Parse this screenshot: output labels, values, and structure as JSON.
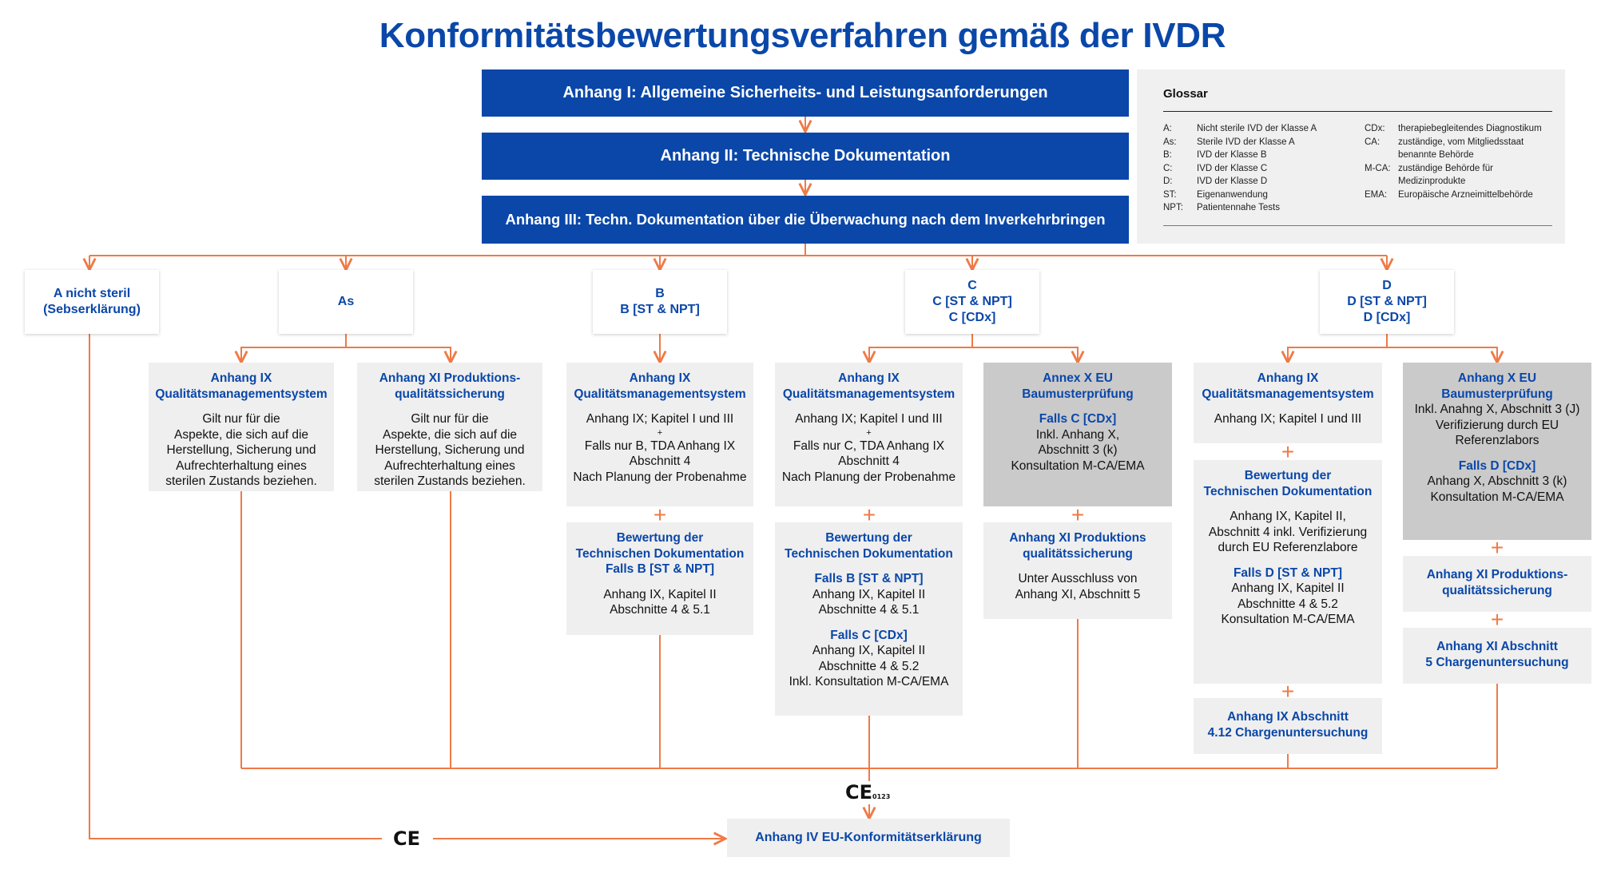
{
  "title": "Konformitätsbewertungsverfahren gemäß der IVDR",
  "annex_bars": [
    "Anhang I: Allgemeine Sicherheits- und Leistungsanforderungen",
    "Anhang II: Technische Dokumentation",
    "Anhang III: Techn. Dokumentation über die Überwachung nach dem Inverkehrbringen"
  ],
  "glossary": {
    "title": "Glossar",
    "left": [
      {
        "key": "A:",
        "value": "Nicht sterile IVD der Klasse A"
      },
      {
        "key": "As:",
        "value": "Sterile IVD der Klasse A"
      },
      {
        "key": "B:",
        "value": "IVD der Klasse B"
      },
      {
        "key": "C:",
        "value": "IVD der Klasse C"
      },
      {
        "key": "D:",
        "value": "IVD der Klasse D"
      },
      {
        "key": "ST:",
        "value": "Eigenanwendung"
      },
      {
        "key": "NPT:",
        "value": "Patientennahe Tests"
      }
    ],
    "right": [
      {
        "key": "CDx:",
        "value": "therapiebegleitendes Diagnostikum"
      },
      {
        "key": "CA:",
        "value": "zuständige, vom Mitgliedsstaat"
      },
      {
        "key": "",
        "value": "benannte Behörde"
      },
      {
        "key": "M-CA:",
        "value": "zuständige Behörde für"
      },
      {
        "key": "",
        "value": "Medizinprodukte"
      },
      {
        "key": "EMA:",
        "value": "Europäische Arzneimittelbehörde"
      }
    ]
  },
  "classes": {
    "a": [
      "A nicht steril",
      "(Sebserklärung)"
    ],
    "as": [
      "As"
    ],
    "b": [
      "B",
      "B [ST & NPT]"
    ],
    "c": [
      "C",
      "C [ST & NPT]",
      "C [CDx]"
    ],
    "d": [
      "D",
      "D [ST & NPT]",
      "D [CDx]"
    ]
  },
  "boxes": {
    "as_ix": {
      "h": [
        "Anhang IX",
        "Qualitätsmanagementsystem"
      ],
      "t": [
        "Gilt nur für die",
        "Aspekte, die sich auf die",
        "Herstellung, Sicherung und",
        "Aufrechterhaltung eines",
        "sterilen Zustands beziehen."
      ]
    },
    "as_xi": {
      "h": [
        "Anhang XI Produktions-",
        "qualitätssicherung"
      ],
      "t": [
        "Gilt nur für die",
        "Aspekte, die sich auf die",
        "Herstellung, Sicherung und",
        "Aufrechterhaltung eines",
        "sterilen Zustands beziehen."
      ]
    },
    "b_ix": {
      "h": [
        "Anhang IX",
        "Qualitätsmanagementsystem"
      ],
      "t1": "Anhang IX; Kapitel I und III",
      "small": "+",
      "t2": [
        "Falls nur B, TDA Anhang IX",
        "Abschnitt 4",
        "Nach Planung der Probenahme"
      ]
    },
    "b_td": {
      "h": [
        "Bewertung der",
        "Technischen Dokumentation",
        "Falls B [ST & NPT]"
      ],
      "t": [
        "Anhang IX, Kapitel II",
        "Abschnitte 4 & 5.1"
      ]
    },
    "c_ix": {
      "h": [
        "Anhang IX",
        "Qualitätsmanagementsystem"
      ],
      "t1": "Anhang IX; Kapitel I und III",
      "small": "+",
      "t2": [
        "Falls nur C, TDA Anhang IX",
        "Abschnitt 4",
        "Nach Planung der Probenahme"
      ]
    },
    "c_td": {
      "h": [
        "Bewertung der",
        "Technischen Dokumentation"
      ],
      "h2": "Falls B [ST & NPT]",
      "t2": [
        "Anhang IX, Kapitel II",
        "Abschnitte 4 & 5.1"
      ],
      "h3": "Falls C [CDx]",
      "t3": [
        "Anhang IX, Kapitel II",
        "Abschnitte 4 & 5.2",
        "Inkl. Konsultation M-CA/EMA"
      ]
    },
    "c_x": {
      "h": [
        "Annex X EU",
        "Baumusterprüfung"
      ],
      "h2": "Falls C [CDx]",
      "t2": [
        "Inkl. Anhang X,",
        "Abschnitt 3 (k)",
        "Konsultation M-CA/EMA"
      ]
    },
    "c_xi": {
      "h": [
        "Anhang XI Produktions",
        "qualitätssicherung"
      ],
      "t": [
        "Unter Ausschluss von",
        "Anhang XI, Abschnitt 5"
      ]
    },
    "d_ix": {
      "h": [
        "Anhang IX",
        "Qualitätsmanagementsystem"
      ],
      "t": [
        "Anhang IX; Kapitel I und III"
      ]
    },
    "d_td": {
      "h": [
        "Bewertung der",
        "Technischen Dokumentation"
      ],
      "t": [
        "Anhang IX, Kapitel II,",
        "Abschnitt 4 inkl. Verifizierung",
        "durch EU Referenzlabore"
      ],
      "h2": "Falls D [ST & NPT]",
      "t2": [
        "Anhang IX, Kapitel II",
        "Abschnitte 4 & 5.2",
        "Konsultation M-CA/EMA"
      ]
    },
    "d_ch": {
      "h": [
        "Anhang IX Abschnitt",
        "4.12 Chargenuntersuchung"
      ]
    },
    "d_x": {
      "h": [
        "Anhang X EU",
        "Baumusterprüfung"
      ],
      "t": [
        "Inkl. Anahng X, Abschnitt 3 (J)",
        "Verifizierung durch EU",
        "Referenzlabors"
      ],
      "h2": "Falls D [CDx]",
      "t2": [
        "Anhang X, Abschnitt 3 (k)",
        "Konsultation M-CA/EMA"
      ]
    },
    "d_xi": {
      "h": [
        "Anhang XI Produktions-",
        "qualitätssicherung"
      ]
    },
    "d_xi5": {
      "h": [
        "Anhang XI Abschnitt",
        "5 Chargenuntersuchung"
      ]
    }
  },
  "plus": "+",
  "ce_mark": "CE",
  "ce_number": "0123",
  "final": "Anhang IV EU-Konformitätserklärung",
  "colors": {
    "brand_blue": "#0a47a9",
    "connector_orange": "#ef7a46",
    "box_gray": "#efefef",
    "box_dark_gray": "#cacaca"
  }
}
